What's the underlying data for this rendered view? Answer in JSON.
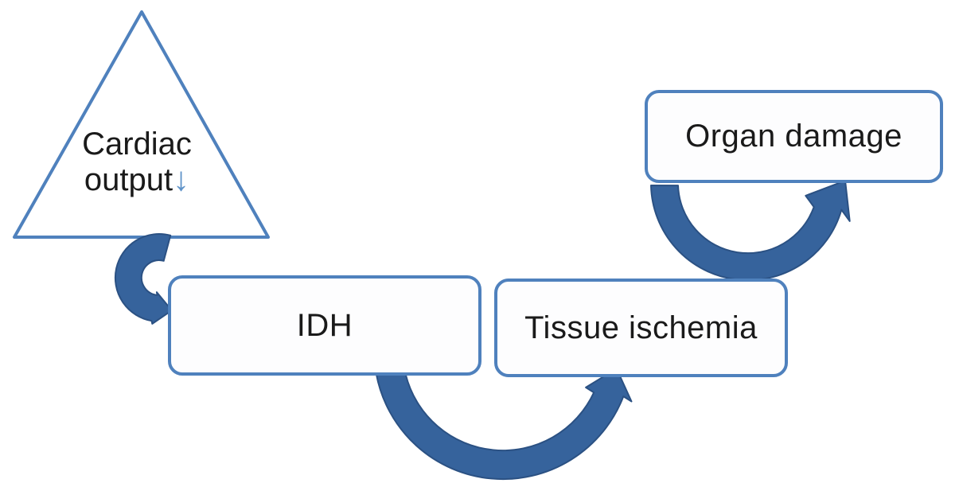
{
  "triangle": {
    "line1": "Cardiac",
    "line2": "output",
    "down_arrow": "↓"
  },
  "nodes": {
    "idh": "IDH",
    "tissue_ischemia": "Tissue ischemia",
    "organ_damage": "Organ damage"
  },
  "colors": {
    "background": "#ffffff",
    "box_border": "#4f81bd",
    "arrow_fill": "#36639c",
    "arrow_stroke": "#2b5183",
    "text": "#1a1a1a",
    "down_arrow": "#5e92c8"
  }
}
